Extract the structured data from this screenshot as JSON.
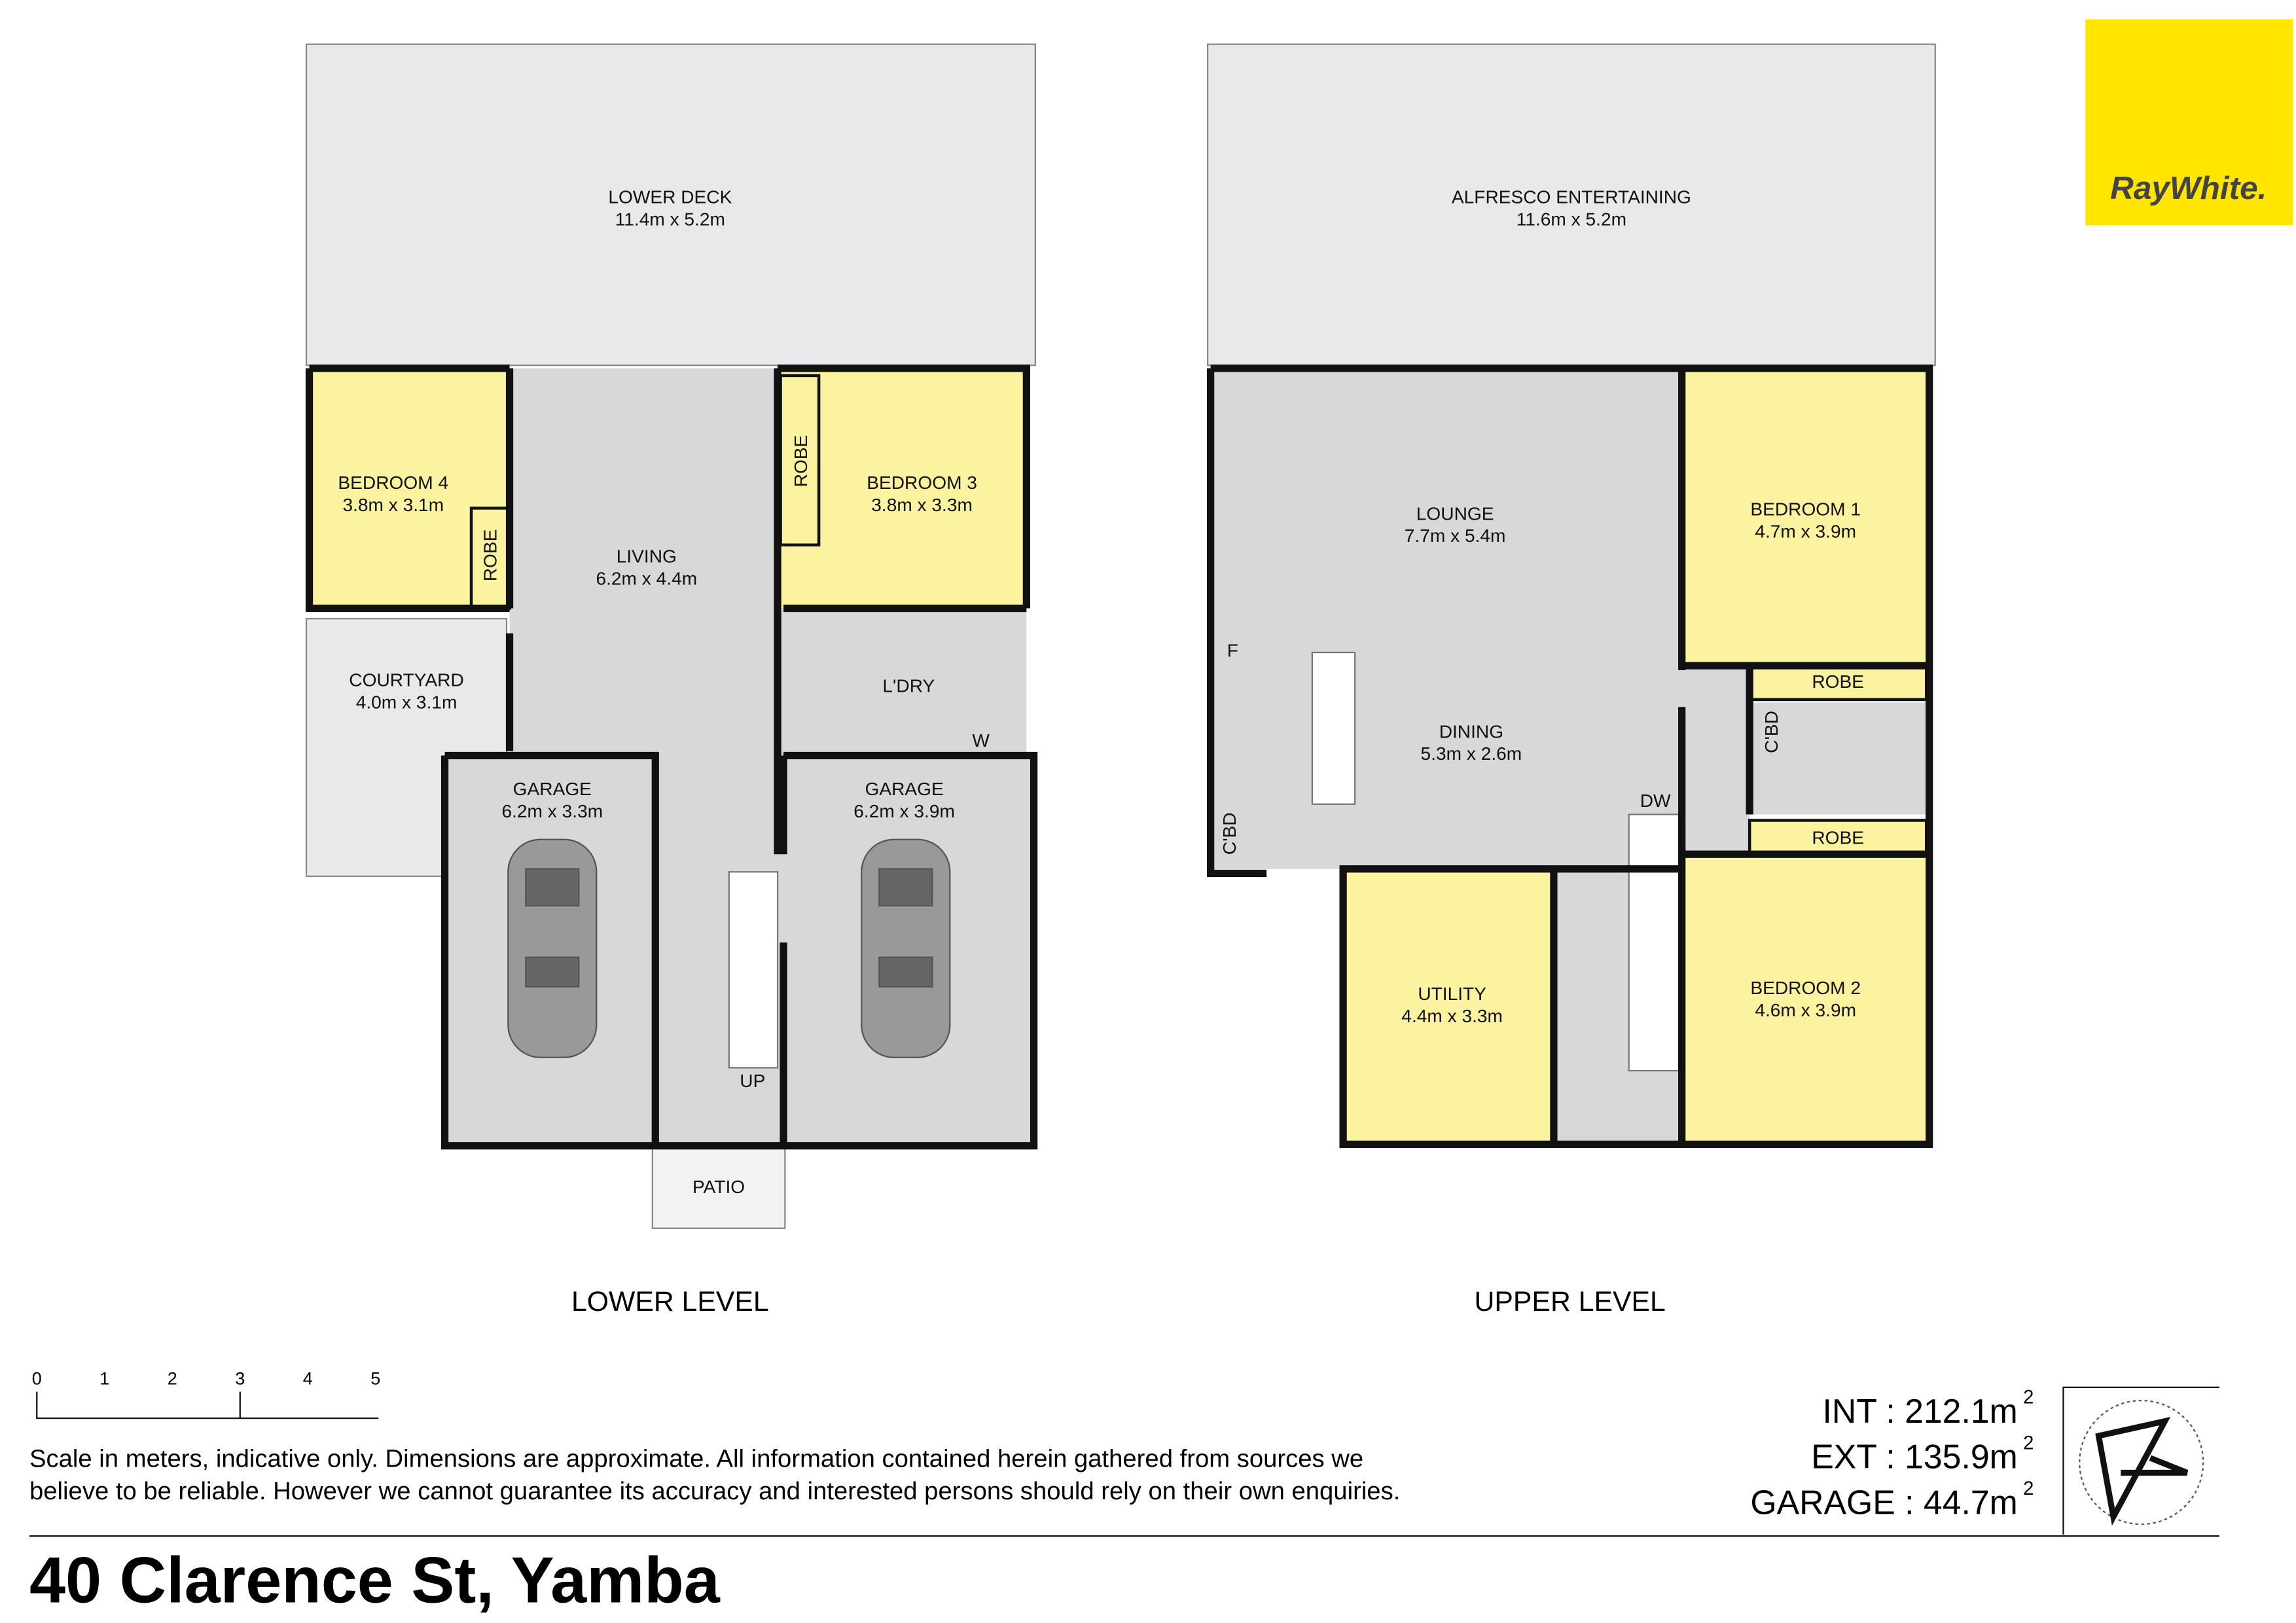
{
  "brand": {
    "name": "RayWhite",
    "color": "#ffe600"
  },
  "lower_level": {
    "title": "LOWER LEVEL",
    "rooms": [
      {
        "name": "LOWER DECK",
        "size": "11.4m x 5.2m"
      },
      {
        "name": "BEDROOM 4",
        "size": "3.8m x 3.1m"
      },
      {
        "name": "LIVING",
        "size": "6.2m x 4.4m"
      },
      {
        "name": "BEDROOM 3",
        "size": "3.8m x 3.3m"
      },
      {
        "name": "COURTYARD",
        "size": "4.0m x 3.1m"
      },
      {
        "name": "GARAGE",
        "size": "6.2m x 3.3m"
      },
      {
        "name": "GARAGE",
        "size": "6.2m x 3.9m"
      }
    ],
    "labels": {
      "robe1": "ROBE",
      "robe2": "ROBE",
      "laundry": "L'DRY",
      "washer": "W",
      "up": "UP",
      "patio": "PATIO"
    }
  },
  "upper_level": {
    "title": "UPPER LEVEL",
    "rooms": [
      {
        "name": "ALFRESCO ENTERTAINING",
        "size": "11.6m x 5.2m"
      },
      {
        "name": "LOUNGE",
        "size": "7.7m x 5.4m"
      },
      {
        "name": "DINING",
        "size": "5.3m x 2.6m"
      },
      {
        "name": "BEDROOM 1",
        "size": "4.7m x 3.9m"
      },
      {
        "name": "BEDROOM 2",
        "size": "4.6m x 3.9m"
      },
      {
        "name": "UTILITY",
        "size": "4.4m x 3.3m"
      }
    ],
    "labels": {
      "robe1": "ROBE",
      "robe2": "ROBE",
      "cbd1": "C'BD",
      "cbd2": "C'BD",
      "fridge": "F",
      "dw": "DW"
    }
  },
  "scale": {
    "ticks": [
      "0",
      "1",
      "2",
      "3",
      "4",
      "5"
    ]
  },
  "disclaimer": {
    "line1": "Scale in meters, indicative only. Dimensions are approximate. All information contained herein gathered from sources we",
    "line2": "believe to be reliable. However we cannot guarantee its accuracy and interested persons should rely on their own enquiries."
  },
  "areas": {
    "int": "INT : 212.1m",
    "ext": "EXT : 135.9m",
    "garage": "GARAGE : 44.7m",
    "sup": "2"
  },
  "address": "40 Clarence St, Yamba"
}
